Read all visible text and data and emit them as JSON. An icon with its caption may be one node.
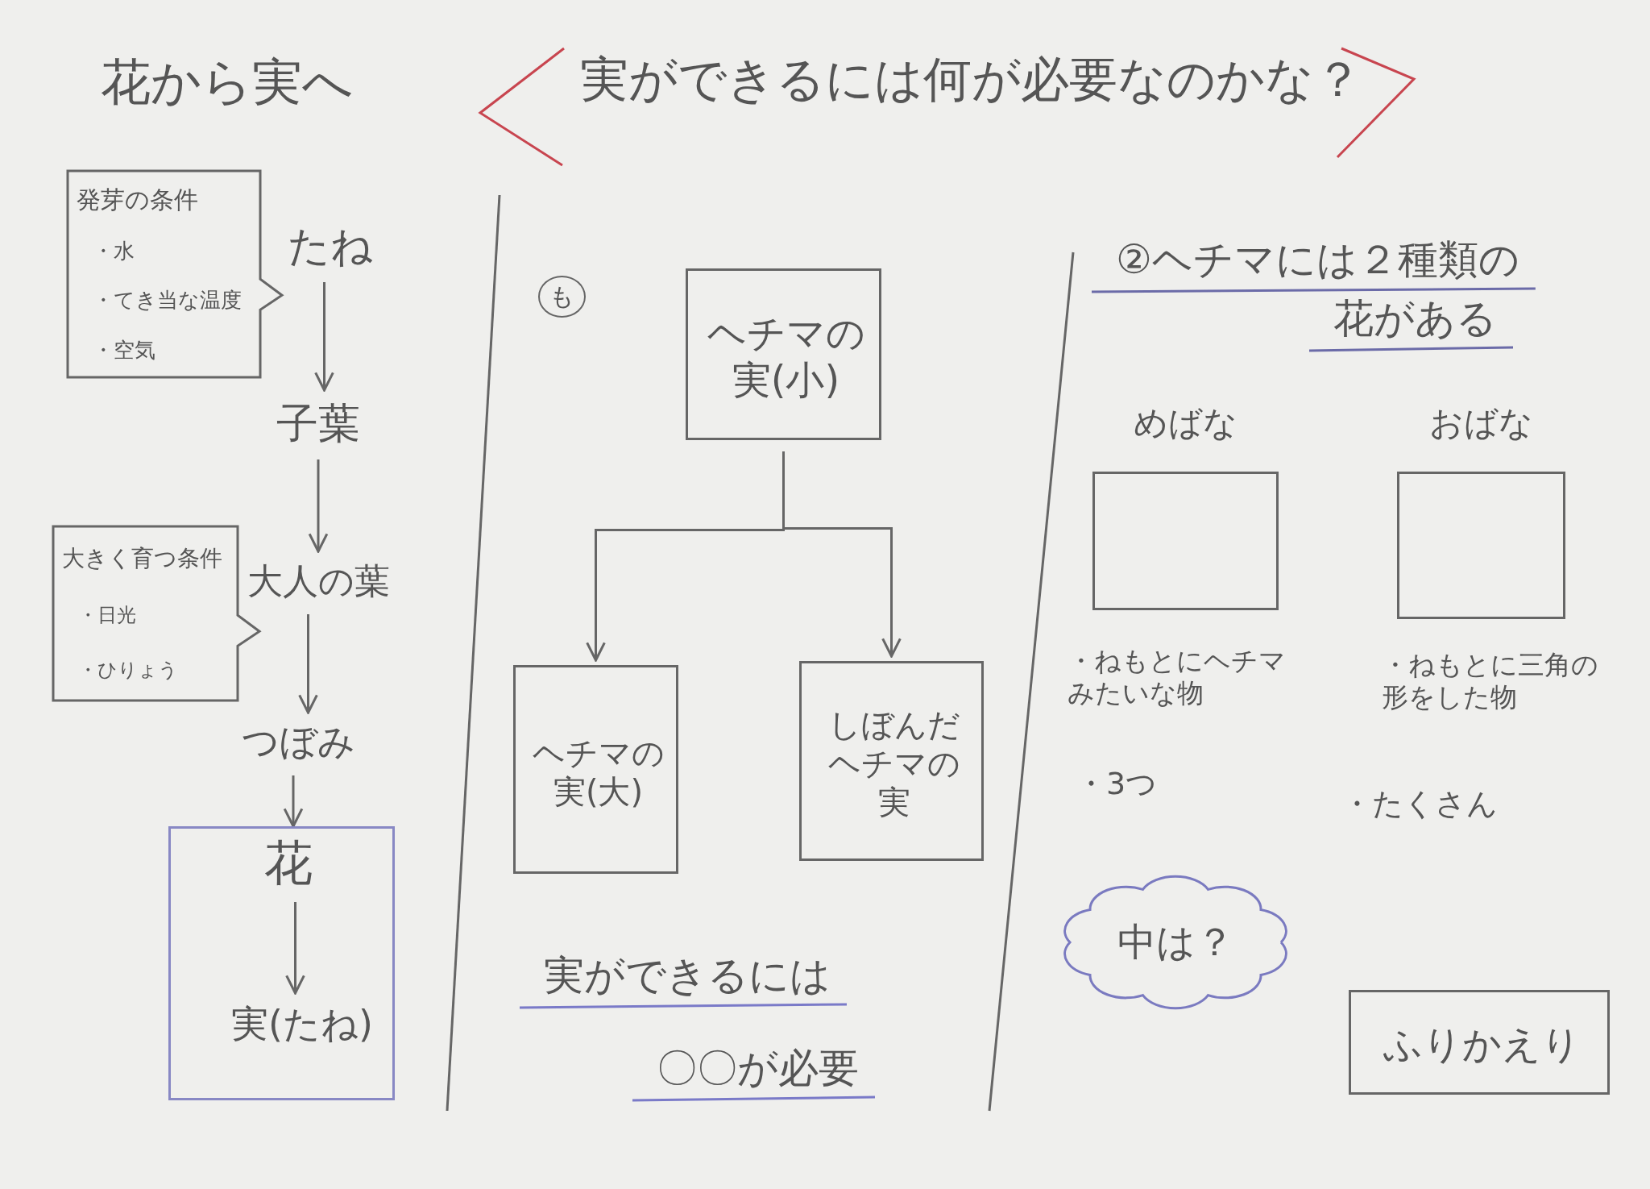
{
  "diagram": {
    "title": "花から実へ",
    "nodes": [
      {
        "text": [
          "発芽の条件",
          "・水",
          "・てき当な温度",
          "・空気"
        ]
      },
      {
        "text": [
          "たね"
        ]
      },
      {
        "text": [
          "子葉"
        ]
      },
      {
        "text": [
          "大人の葉"
        ]
      },
      {
        "text": [
          "つぼみ"
        ]
      },
      {
        "text": [],
        "shape": "box"
      },
      {
        "text": [
          "花"
        ],
        "in": 5
      },
      {
        "text": [
          "実(たね)"
        ],
        "in": 5
      },
      {
        "text": [
          "大きく育つ条件",
          "・日光",
          "・ひりょう"
        ]
      },
      {
        "text": [
          "ヘチマの実(小)"
        ]
      },
      {
        "text": [
          "ヘチマの実(大)"
        ]
      },
      {
        "text": [
          "しぼんだヘチマの実"
        ]
      },
      {
        "text": [],
        "shape": "box",
        "beside": [
          "めばな"
        ]
      },
      {
        "text": [],
        "shape": "box",
        "beside": [
          "おばな"
        ]
      },
      {
        "text": [
          "中は？"
        ]
      },
      {
        "text": [
          "ふりかえり"
        ]
      }
    ],
    "edges": [
      {
        "from": 1,
        "to": 2,
        "arrow": "to"
      },
      {
        "from": 2,
        "to": 3,
        "arrow": "to"
      },
      {
        "from": 3,
        "to": 4,
        "arrow": "to"
      },
      {
        "from": 4,
        "to": 6,
        "arrow": "to"
      },
      {
        "from": 6,
        "to": 7,
        "arrow": "to"
      },
      {
        "from": 9,
        "to": 10,
        "arrow": "to"
      },
      {
        "from": 9,
        "to": 11,
        "arrow": "to"
      }
    ],
    "labels": [
      "実ができるには何が必要なのかな？",
      "も",
      "②ヘチマには２種類の",
      "花がある",
      "・ねもとにヘチマみたいな物",
      "・ねもとに三角の形をした物",
      "・3つ",
      "・たくさん",
      "実ができるには",
      "〇〇が必要"
    ]
  }
}
